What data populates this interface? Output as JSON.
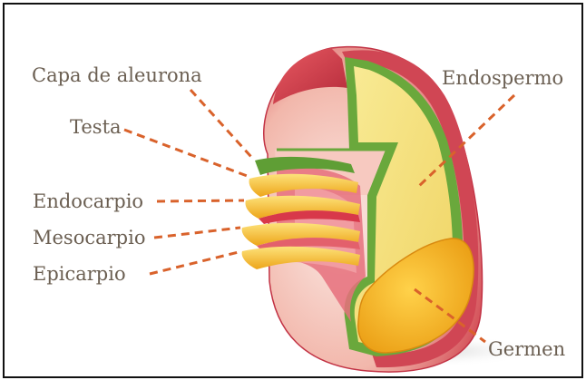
{
  "labels": {
    "aleurone": "Capa de aleurona",
    "testa": "Testa",
    "endocarp": "Endocarpio",
    "mesocarp": "Mesocarpio",
    "epicarp": "Epicarpio",
    "endosperm": "Endospermo",
    "germ": "Germen"
  },
  "colors": {
    "leader_line": "#d9622b",
    "label_text": "#6b5f52",
    "endosperm": "#f5e27e",
    "germ": "#f2b11c",
    "pericarp_red": "#cf3f4b",
    "aleurone_green": "#6aa83c"
  }
}
